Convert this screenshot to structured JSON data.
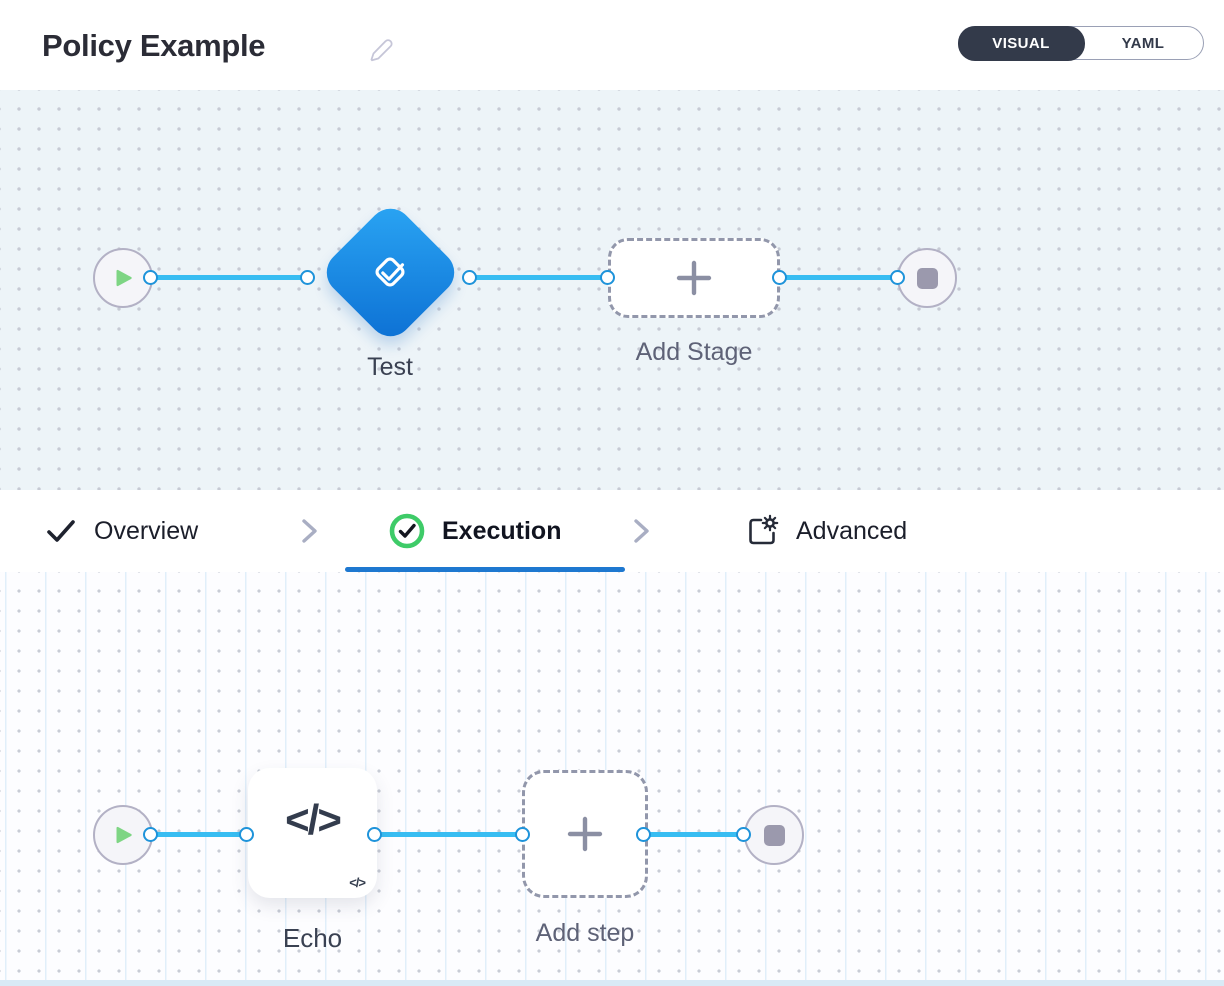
{
  "header": {
    "title": "Policy Example",
    "view_toggle": {
      "visual": "VISUAL",
      "yaml": "YAML",
      "selected": "VISUAL"
    }
  },
  "stage_canvas": {
    "stage_label": "Test",
    "add_stage_label": "Add Stage"
  },
  "tabs": [
    {
      "label": "Overview",
      "state": "complete"
    },
    {
      "label": "Execution",
      "state": "active"
    },
    {
      "label": "Advanced",
      "state": "default"
    }
  ],
  "step_canvas": {
    "step_label": "Echo",
    "step_icon_text": "</>",
    "step_icon_badge": "</>",
    "add_step_label": "Add step"
  },
  "colors": {
    "accent_underline_blue": "#1e78d0",
    "connector_blue": "#38bdf2",
    "port_ring_blue": "#1e93da",
    "diamond_gradient_start": "#2ba6f4",
    "diamond_gradient_end": "#0c6fd3",
    "success_green": "#3ecb68",
    "play_green": "#7ed584",
    "toggle_dark": "#333a4a",
    "stage_canvas_bg": "#edf4f8",
    "step_canvas_bg": "#fdfdff"
  }
}
